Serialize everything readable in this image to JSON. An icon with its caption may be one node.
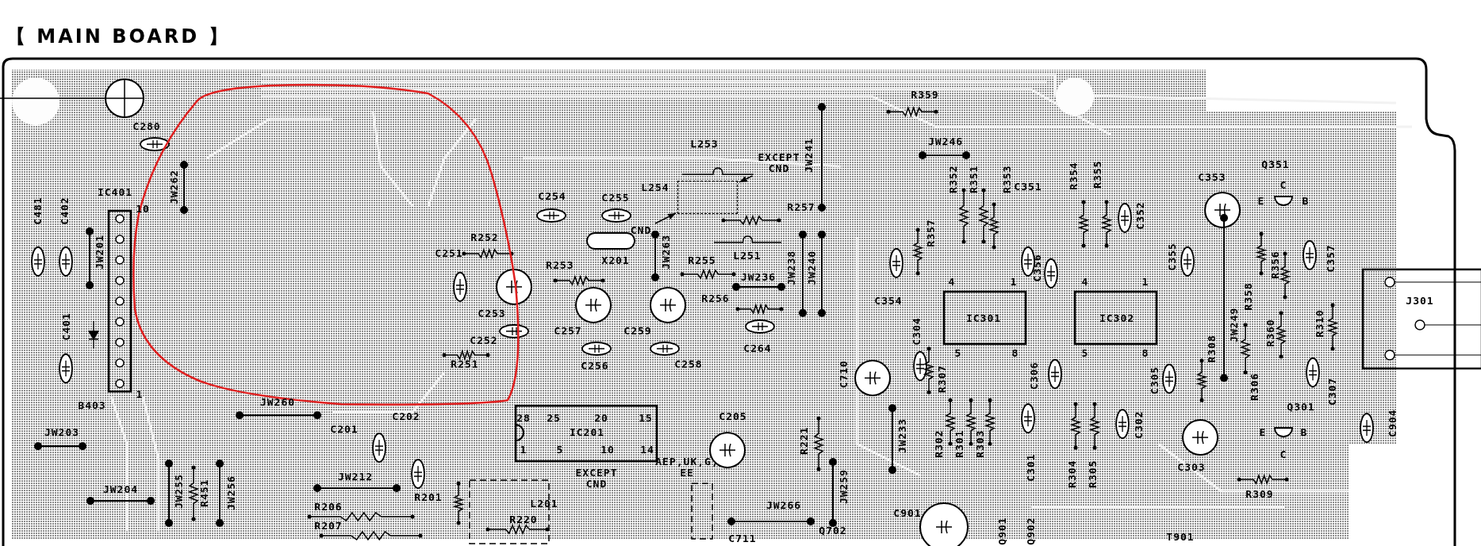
{
  "diagram": {
    "title": "【 MAIN BOARD 】",
    "nodes": [
      {
        "text": [
          "EXCEPT CND"
        ]
      },
      {
        "text": [],
        "shape": "box"
      },
      {
        "text": [
          "CND"
        ]
      }
    ],
    "edges": [
      {
        "from": 0,
        "to": 1,
        "arrow": "to"
      },
      {
        "from": 2,
        "to": 1,
        "arrow": "to"
      }
    ],
    "labels": [
      "C280",
      "R359",
      "L253",
      "JW241",
      "JW246",
      "Q351",
      "C353",
      "C",
      "IC401",
      "10",
      "JW262",
      "C481",
      "C402",
      "R352",
      "R351",
      "R353",
      "C351",
      "R354",
      "R355",
      "C254",
      "C255",
      "L254",
      "R257",
      "E",
      "B",
      "C352",
      "R252",
      "C251",
      "JW201",
      "X201",
      "R253",
      "R255",
      "L251",
      "JW263",
      "JW238",
      "JW240",
      "R357",
      "C356",
      "C355",
      "R356",
      "C357",
      "JW236",
      "4",
      "1",
      "4",
      "1",
      "R358",
      "R256",
      "C354",
      "C253",
      "IC301",
      "IC302",
      "JW249",
      "R360",
      "R310",
      "J301",
      "C401",
      "C257",
      "C259",
      "C304",
      "C252",
      "R308",
      "C264",
      "5",
      "8",
      "5",
      "8",
      "R251",
      "C256",
      "C258",
      "C710",
      "R307",
      "C306",
      "C305",
      "R306",
      "C307",
      "1",
      "B403",
      "JW260",
      "28",
      "25",
      "20",
      "15",
      "Q301",
      "C202",
      "C205",
      "C302",
      "C904",
      "IC201",
      "C201",
      "JW203",
      "E",
      "B",
      "R221",
      "JW233",
      "R302",
      "R301",
      "R303",
      "C",
      "1",
      "5",
      "10",
      "14",
      "C301",
      "C303",
      "R304",
      "R305",
      "AEP,UK,G, EE",
      "JW212",
      "EXCEPT CND",
      "JW255",
      "R451",
      "JW204",
      "JW256",
      "JW259",
      "R309",
      "R201",
      "L201",
      "R206",
      "JW266",
      "C901",
      "R220",
      "R207",
      "Q901",
      "Q902",
      "Q702",
      "C711",
      "T901"
    ]
  }
}
